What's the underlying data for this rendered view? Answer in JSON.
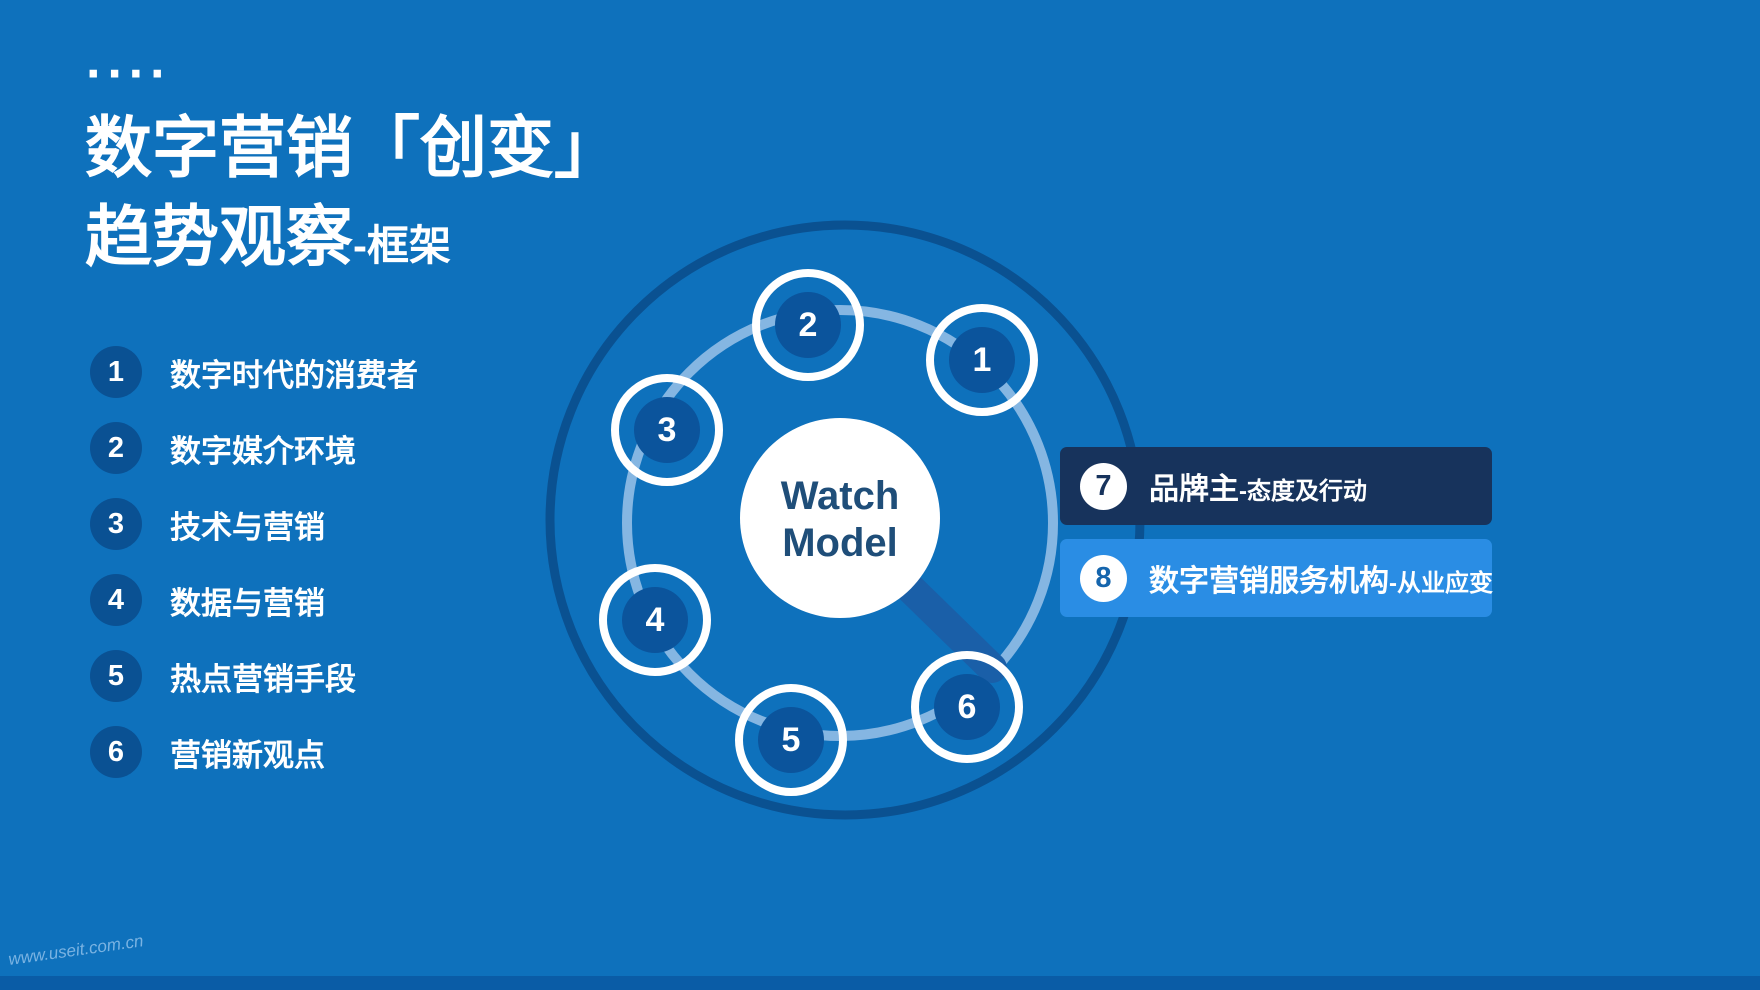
{
  "page": {
    "watermark": "www.useit.com.cn"
  },
  "header": {
    "dots": "····",
    "title_line1": "数字营销「创变」",
    "title_line2": "趋势观察",
    "title_suffix": "-框架"
  },
  "left_list": {
    "items": [
      {
        "num": "1",
        "label": "数字时代的消费者"
      },
      {
        "num": "2",
        "label": "数字媒介环境"
      },
      {
        "num": "3",
        "label": "技术与营销"
      },
      {
        "num": "4",
        "label": "数据与营销"
      },
      {
        "num": "5",
        "label": "热点营销手段"
      },
      {
        "num": "6",
        "label": "营销新观点"
      }
    ]
  },
  "diagram": {
    "center_line1": "Watch",
    "center_line2": "Model",
    "nodes": [
      {
        "num": "1"
      },
      {
        "num": "2"
      },
      {
        "num": "3"
      },
      {
        "num": "4"
      },
      {
        "num": "5"
      },
      {
        "num": "6"
      }
    ]
  },
  "right_boxes": [
    {
      "num": "7",
      "title": "品牌主",
      "suffix": "-态度及行动"
    },
    {
      "num": "8",
      "title": "数字营销服务机构",
      "suffix": "-从业应变"
    }
  ],
  "colors": {
    "background": "#0e71bc",
    "list_circle": "#0a5193",
    "outer_arc": "#0a5191",
    "light_path": "#85b6e2",
    "node_inner": "#0b549c",
    "box7_bg": "#17335c",
    "box8_bg": "#2a8de4",
    "center_text": "#1f4e79",
    "magnifier_handle": "#1a5fa8"
  }
}
